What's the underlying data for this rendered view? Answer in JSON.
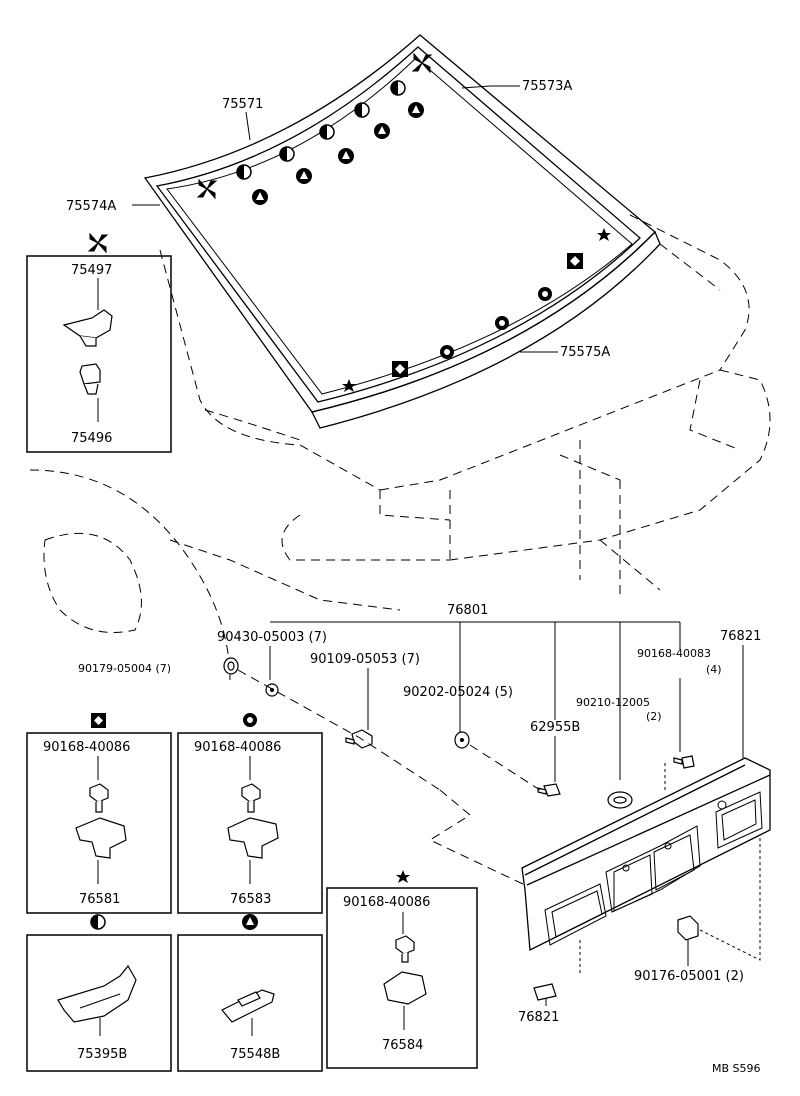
{
  "labels": {
    "p75571": "75571",
    "p75573a": "75573A",
    "p75574a": "75574A",
    "p75575a": "75575A",
    "p75497": "75497",
    "p75496": "75496",
    "p76801": "76801",
    "p76821_top": "76821",
    "p90430": "90430-05003 (7)",
    "p90109": "90109-05053 (7)",
    "p90179": "90179-05004 (7)",
    "p90202": "90202-05024 (5)",
    "p90168_40083": "90168-40083",
    "p90168_40083_qty": "(4)",
    "p90210": "90210-12005",
    "p90210_qty": "(2)",
    "p62955b": "62955B",
    "p90176": "90176-05001 (2)",
    "p76821_bottom": "76821",
    "box1_screw": "90168-40086",
    "box1_part": "76581",
    "box2_screw": "90168-40086",
    "box2_part": "76583",
    "box3_screw": "90168-40086",
    "box3_part": "76584",
    "box4_part": "75395B",
    "box5_part": "75548B",
    "footer": "MB S596"
  }
}
